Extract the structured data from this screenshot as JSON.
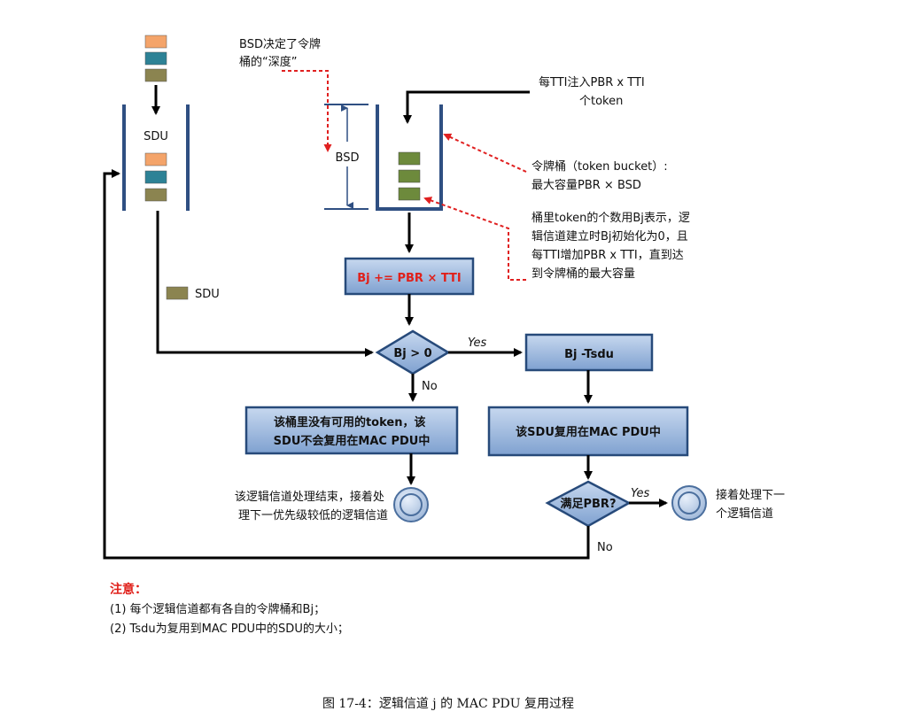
{
  "labels": {
    "bsd_note": [
      "BSD决定了令牌",
      "桶的“深度”"
    ],
    "sdu_queue": "SDU",
    "bsd_dim": "BSD",
    "pbr_inject": [
      "每TTI注入PBR x TTI",
      "个token"
    ],
    "bucket_desc": [
      "令牌桶（token bucket）:",
      "最大容量PBR × BSD"
    ],
    "bj_desc": [
      "桶里token的个数用Bj表示，逻",
      "辑信道建立时Bj初始化为0，且",
      "每TTI增加PBR x TTI，直到达",
      "到令牌桶的最大容量"
    ],
    "sdu_item": "SDU",
    "yes_1": "Yes",
    "no_1": "No",
    "yes_2": "Yes",
    "no_2": "No",
    "end_left": [
      "该逻辑信道处理结束，接着处",
      "理下一优先级较低的逻辑信道"
    ],
    "end_right": [
      "接着处理下一",
      "个逻辑信道"
    ]
  },
  "boxes": {
    "bj_increment": "Bj += PBR × TTI",
    "bj_decrement": "Bj -Tsdu",
    "no_token": [
      "该桶里没有可用的token，该",
      "SDU不会复用在MAC PDU中"
    ],
    "mux": "该SDU复用在MAC PDU中"
  },
  "decisions": {
    "bj_check": "Bj > 0",
    "pbr_check": "满足PBR?"
  },
  "notes": {
    "title": "注意：",
    "items": [
      "(1) 每个逻辑信道都有各自的令牌桶和Bj；",
      "(2) Tsdu为复用到MAC PDU中的SDU的大小；"
    ]
  },
  "caption": "图 17-4：逻辑信道 j 的 MAC PDU 复用过程",
  "colors": {
    "box_fill": "#4f7ab3",
    "box_border": "#274a7a",
    "box_fill_light": "#dbe7f5",
    "orange_block": "#f4a46a",
    "teal_block": "#2d8296",
    "olive_block": "#8b8450",
    "green_block": "#6d8a3c",
    "bucket_wall": "#2f4f82",
    "red_dashed": "#e02020",
    "note_red": "#e0201a"
  }
}
